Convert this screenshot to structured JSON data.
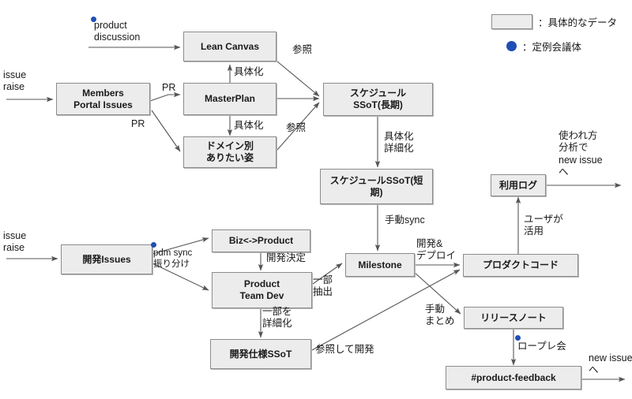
{
  "diagram": {
    "title": "product development data flow",
    "colors": {
      "node_fill": "#ececec",
      "node_border": "#8c8c8c",
      "meeting_dot": "#1f4fb5",
      "edge": "#555555",
      "text": "#1a1a1a"
    },
    "nodes": [
      {
        "id": "lean-canvas",
        "label": "Lean Canvas",
        "lines": [
          "Lean Canvas"
        ]
      },
      {
        "id": "members-portal",
        "label": "Members Portal Issues",
        "lines": [
          "Members",
          "Portal Issues"
        ]
      },
      {
        "id": "master-plan",
        "label": "MasterPlan",
        "lines": [
          "MasterPlan"
        ]
      },
      {
        "id": "domain-vision",
        "label": "ドメイン別ありたい姿",
        "lines": [
          "ドメイン別",
          "ありたい姿"
        ]
      },
      {
        "id": "schedule-ssot-long",
        "label": "スケジュールSSoT(長期)",
        "lines": [
          "スケジュール",
          "SSoT(長期)"
        ]
      },
      {
        "id": "schedule-ssot-short",
        "label": "スケジュールSSoT(短期)",
        "lines": [
          "スケジュールSSoT(短期)"
        ]
      },
      {
        "id": "usage-log",
        "label": "利用ログ",
        "lines": [
          "利用ログ"
        ]
      },
      {
        "id": "dev-issues",
        "label": "開発Issues",
        "lines": [
          "開発Issues"
        ]
      },
      {
        "id": "biz-product",
        "label": "Biz<->Product",
        "lines": [
          "Biz<->Product"
        ]
      },
      {
        "id": "product-team-dev",
        "label": "Product Team Dev",
        "lines": [
          "Product",
          "Team Dev"
        ]
      },
      {
        "id": "dev-spec-ssot",
        "label": "開発仕様SSoT",
        "lines": [
          "開発仕様SSoT"
        ]
      },
      {
        "id": "milestone",
        "label": "Milestone",
        "lines": [
          "Milestone"
        ]
      },
      {
        "id": "product-code",
        "label": "プロダクトコード",
        "lines": [
          "プロダクトコード"
        ]
      },
      {
        "id": "release-note",
        "label": "リリースノート",
        "lines": [
          "リリースノート"
        ]
      },
      {
        "id": "product-feedback",
        "label": "#product-feedback",
        "lines": [
          "#product-feedback"
        ]
      }
    ],
    "edge_labels": [
      {
        "id": "issue-raise-top",
        "text": "issue\nraise"
      },
      {
        "id": "product-discussion",
        "text": "product\ndiscussion"
      },
      {
        "id": "pr-top",
        "text": "PR"
      },
      {
        "id": "pr-bottom",
        "text": "PR"
      },
      {
        "id": "gutaika-lean",
        "text": "具体化"
      },
      {
        "id": "gutaika-domain",
        "text": "具体化"
      },
      {
        "id": "sansho-top",
        "text": "参照"
      },
      {
        "id": "sansho-bottom",
        "text": "参照"
      },
      {
        "id": "gutaika-shosaika",
        "text": "具体化\n詳細化"
      },
      {
        "id": "manual-sync",
        "text": "手動sync"
      },
      {
        "id": "usage-analysis",
        "text": "使われ方\n分析で\nnew issue\nへ"
      },
      {
        "id": "user-utilize",
        "text": "ユーザが\n活用"
      },
      {
        "id": "issue-raise-bottom",
        "text": "issue\nraise"
      },
      {
        "id": "pdm-sync",
        "text": "pdm sync\n振り分け"
      },
      {
        "id": "dev-decision",
        "text": "開発決定"
      },
      {
        "id": "partial-detail",
        "text": "一部を\n詳細化"
      },
      {
        "id": "partial-extract",
        "text": "一部\n抽出"
      },
      {
        "id": "dev-deploy",
        "text": "開発&\nデプロイ"
      },
      {
        "id": "manual-summary",
        "text": "手動\nまとめ"
      },
      {
        "id": "reference-dev",
        "text": "参照して開発"
      },
      {
        "id": "roleplay-meeting",
        "text": "ロープレ会"
      },
      {
        "id": "new-issue-bottom",
        "text": "new issue\nへ"
      }
    ],
    "legend": [
      {
        "id": "legend-data",
        "symbol": "box",
        "text": "：具体的なデータ"
      },
      {
        "id": "legend-meeting",
        "symbol": "dot",
        "text": "：定例会議体"
      }
    ]
  }
}
